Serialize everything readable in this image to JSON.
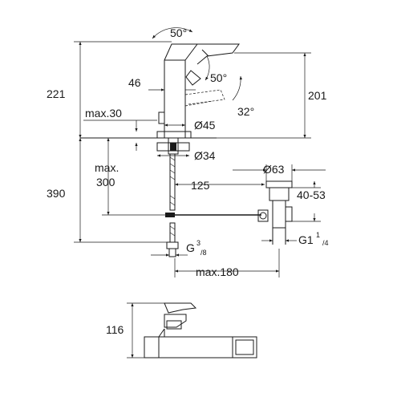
{
  "dimensions": {
    "height_top": "221",
    "spout_height": "201",
    "spout_angle": "50°",
    "lever_angle": "50°",
    "tilt_angle": "32°",
    "lever_offset": "46",
    "max_deck": "max.30",
    "body_diameter": "Ø45",
    "hole_diameter": "Ø34",
    "max_label": "max.",
    "max_value": "300",
    "waste_height": "390",
    "waste_distance": "125",
    "waste_diameter": "Ø63",
    "waste_range": "40-53",
    "connection_g": "G",
    "connection_g_sup": "3",
    "connection_g_sub": "/8",
    "waste_thread": "G1",
    "waste_thread_sup": "1",
    "waste_thread_sub": "/4",
    "max_reach": "max.180",
    "lever_height": "116"
  }
}
